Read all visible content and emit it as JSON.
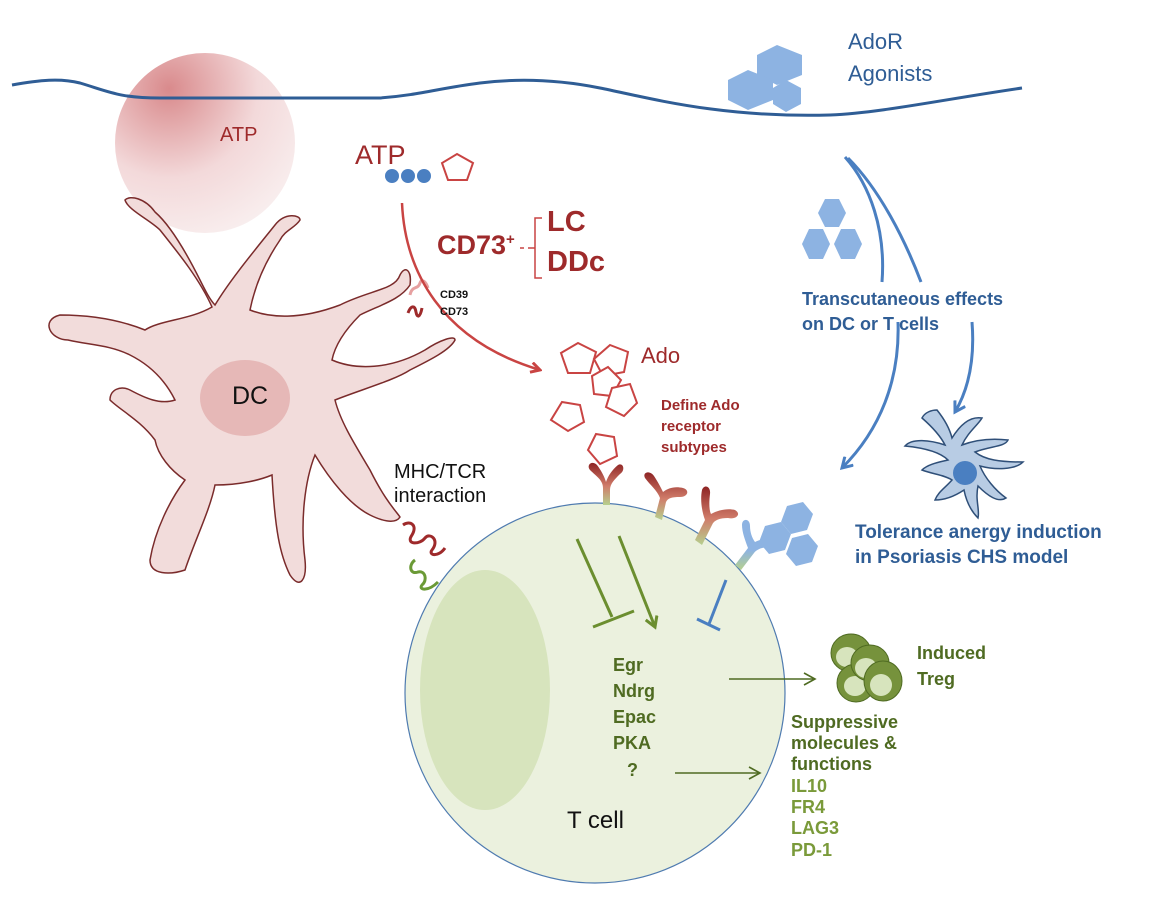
{
  "diagram": {
    "skin": {
      "atp_cloud_label": "ATP"
    },
    "atp_molecule": {
      "label": "ATP"
    },
    "agonists": {
      "line1": "AdoR",
      "line2": "Agonists"
    },
    "cd73": {
      "label": "CD73",
      "superscript": "+",
      "branch1": "LC",
      "branch2": "DDc"
    },
    "dc": {
      "label": "DC",
      "enzyme1": "CD39",
      "enzyme2": "CD73"
    },
    "ado": {
      "label": "Ado",
      "receptor_note": [
        "Define Ado",
        "receptor",
        "subtypes"
      ]
    },
    "mhc": {
      "line1": "MHC/TCR",
      "line2": "interaction"
    },
    "transcutaneous": {
      "line1": "Transcutaneous effects",
      "line2": "on DC or T cells"
    },
    "tolerance": {
      "line1": "Tolerance anergy induction",
      "line2": "in Psoriasis CHS model"
    },
    "tcell": {
      "label": "T cell",
      "signals": [
        "Egr",
        "Ndrg",
        "Epac",
        "PKA",
        "?"
      ]
    },
    "treg": {
      "line1": "Induced",
      "line2": "Treg"
    },
    "suppressive": {
      "heading": [
        "Suppressive",
        "molecules &",
        "functions"
      ],
      "items": [
        "IL10",
        "FR4",
        "LAG3",
        "PD-1"
      ]
    },
    "colors": {
      "red": "#9e2a2b",
      "skin_line": "#2f5d95",
      "hexagon": "#8db3e2",
      "dc_fill": "#f2dcdb",
      "tcell_fill": "#ebf1de",
      "green_dark": "#4f6b22",
      "green_light": "#7a9a3a",
      "blue_text": "#2f5d95"
    }
  }
}
